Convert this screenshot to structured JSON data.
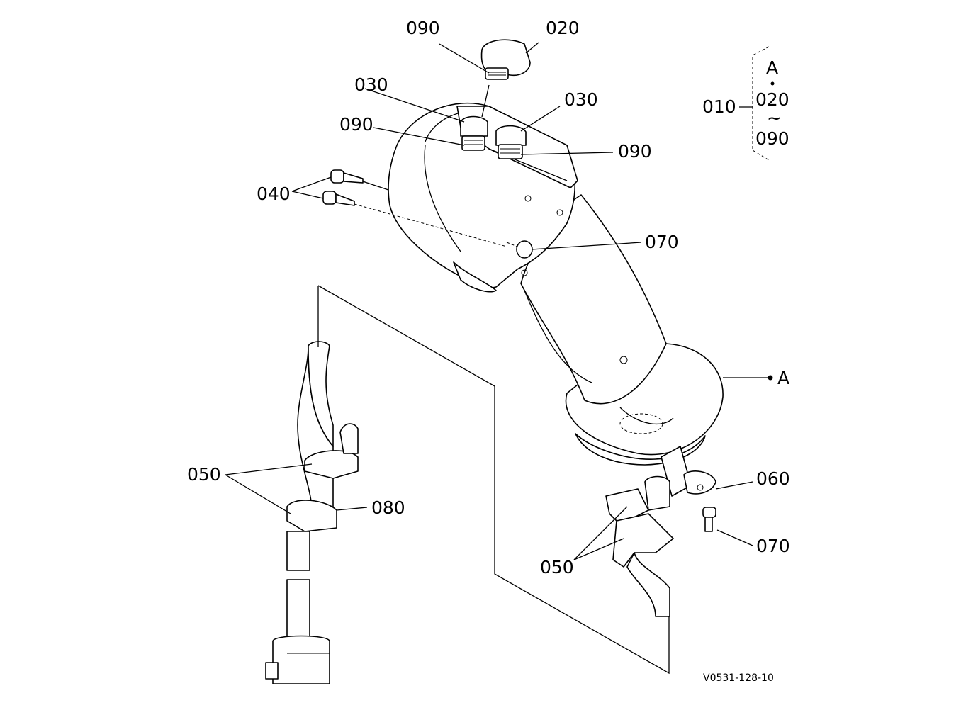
{
  "labels": {
    "p090_top": "090",
    "p020": "020",
    "p030_left": "030",
    "p030_right": "030",
    "p090_left": "090",
    "p090_right": "090",
    "p040": "040",
    "p070_upper": "070",
    "p010": "010",
    "ref_a": "A",
    "ref_020": "020",
    "ref_tilde": "~",
    "ref_090": "090",
    "ref_a_pointer": "A",
    "p050_left": "050",
    "p080": "080",
    "p060": "060",
    "p070_lower": "070",
    "p050_right": "050"
  },
  "drawing_code": "V0531-128-10"
}
